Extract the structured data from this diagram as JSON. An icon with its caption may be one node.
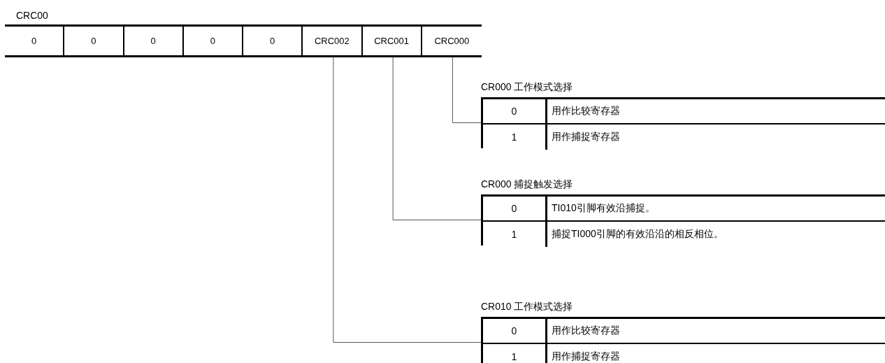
{
  "diagram": {
    "nodes": [
      {
        "text": [
          "CRC00"
        ]
      },
      {
        "text": [
          "0"
        ],
        "in": 0
      },
      {
        "text": [
          "0"
        ],
        "in": 0
      },
      {
        "text": [
          "0"
        ],
        "in": 0
      },
      {
        "text": [
          "0"
        ],
        "in": 0
      },
      {
        "text": [
          "0"
        ],
        "in": 0
      },
      {
        "text": [
          "CRC002"
        ],
        "in": 0
      },
      {
        "text": [
          "CRC001"
        ],
        "in": 0
      },
      {
        "text": [
          "CRC000"
        ],
        "in": 0
      },
      {
        "text": [
          "CR000 工作模式选择"
        ]
      },
      {
        "text": [
          "0"
        ],
        "in": 9
      },
      {
        "text": [
          "用作比较寄存器"
        ],
        "in": 9
      },
      {
        "text": [
          "1"
        ],
        "in": 9
      },
      {
        "text": [
          "用作捕捉寄存器"
        ],
        "in": 9
      },
      {
        "text": [
          "CR000 捕捉触发选择"
        ]
      },
      {
        "text": [
          "0"
        ],
        "in": 14
      },
      {
        "text": [
          "TI010引脚有效沿捕捉。"
        ],
        "in": 14
      },
      {
        "text": [
          "1"
        ],
        "in": 14
      },
      {
        "text": [
          "捕捉TI000引脚的有效沿沿的相反相位。"
        ],
        "in": 14
      },
      {
        "text": [
          "CR010 工作模式选择"
        ]
      },
      {
        "text": [
          "0"
        ],
        "in": 19
      },
      {
        "text": [
          "用作比较寄存器"
        ],
        "in": 19
      },
      {
        "text": [
          "1"
        ],
        "in": 19
      },
      {
        "text": [
          "用作捕捉寄存器"
        ],
        "in": 19
      }
    ],
    "edges": [
      {
        "from": 8,
        "to": 9,
        "arrow": "none"
      },
      {
        "from": 7,
        "to": 14,
        "arrow": "none"
      },
      {
        "from": 6,
        "to": 19,
        "arrow": "none"
      }
    ]
  }
}
